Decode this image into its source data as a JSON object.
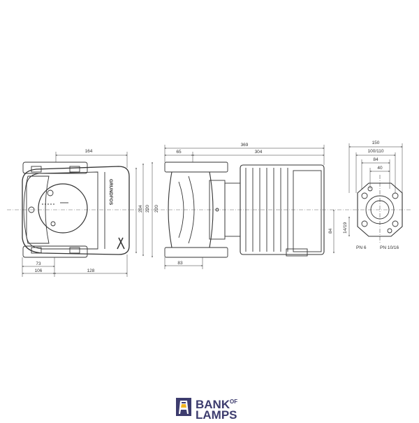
{
  "drawing": {
    "front_view": {
      "brand_text": "GRUNDFOS",
      "dim_top": "164",
      "dim_height_inner": "204",
      "dim_height_mid": "220",
      "dim_height_outer": "220",
      "dim_bottom_a": "73",
      "dim_bottom_b": "106",
      "dim_bottom_c": "128"
    },
    "side_view": {
      "dim_total": "369",
      "dim_left": "65",
      "dim_right": "304",
      "dim_bottom": "83",
      "dim_vertical": "84"
    },
    "flange_view": {
      "dim_150": "150",
      "dim_100_110": "100/110",
      "dim_84": "84",
      "dim_40": "40",
      "dim_14_19": "14/19",
      "label_pn6": "PN 6",
      "label_pn10_16": "PN 10/16"
    }
  },
  "logo": {
    "line1": "BANK",
    "of": "OF",
    "line2": "LAMPS",
    "color": "#3d3c6e"
  }
}
